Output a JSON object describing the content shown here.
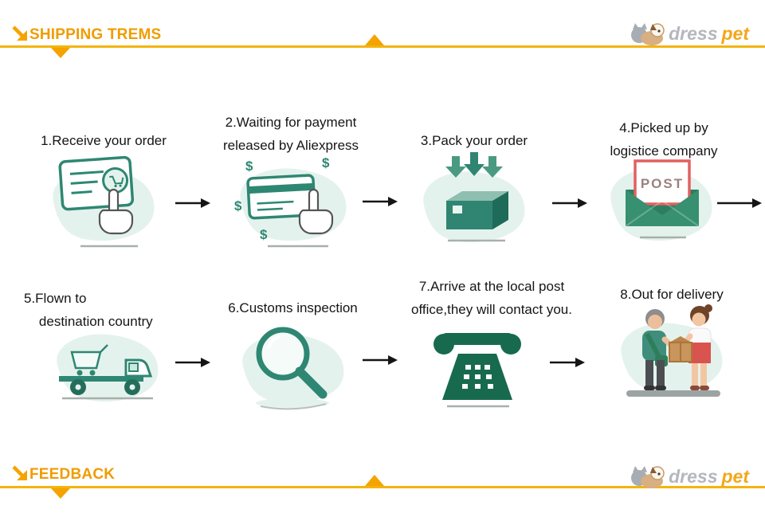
{
  "header": {
    "title": "SHIPPING TREMS"
  },
  "footer": {
    "title": "FEEDBACK"
  },
  "brand": {
    "dress": "dress",
    "pet": "pet"
  },
  "steps": [
    {
      "label": "1.Receive your order",
      "icon": "receive-order-icon"
    },
    {
      "label": "2.Waiting for payment\nreleased by Aliexpress",
      "icon": "payment-card-icon"
    },
    {
      "label": "3.Pack your order",
      "icon": "pack-order-icon"
    },
    {
      "label": "4.Picked up by\nlogistice company",
      "icon": "post-pickup-icon"
    },
    {
      "label": "5.Flown to\n    destination country",
      "icon": "cargo-truck-icon"
    },
    {
      "label": "6.Customs inspection",
      "icon": "customs-magnifier-icon"
    },
    {
      "label": "7.Arrive at the local post\noffice,they will contact you.",
      "icon": "telephone-icon"
    },
    {
      "label": "8.Out for delivery",
      "icon": "delivery-people-icon"
    }
  ],
  "icon_text": {
    "post": "POST",
    "dollar": "$"
  },
  "colors": {
    "accent_orange": "#F09C00",
    "line_yellow": "#F4B40E",
    "teal": "#2E8772",
    "mint": "#E4F2ED",
    "arrow_black": "#151515",
    "envelope_green": "#2E7D5F",
    "letter_red": "#E26060"
  }
}
